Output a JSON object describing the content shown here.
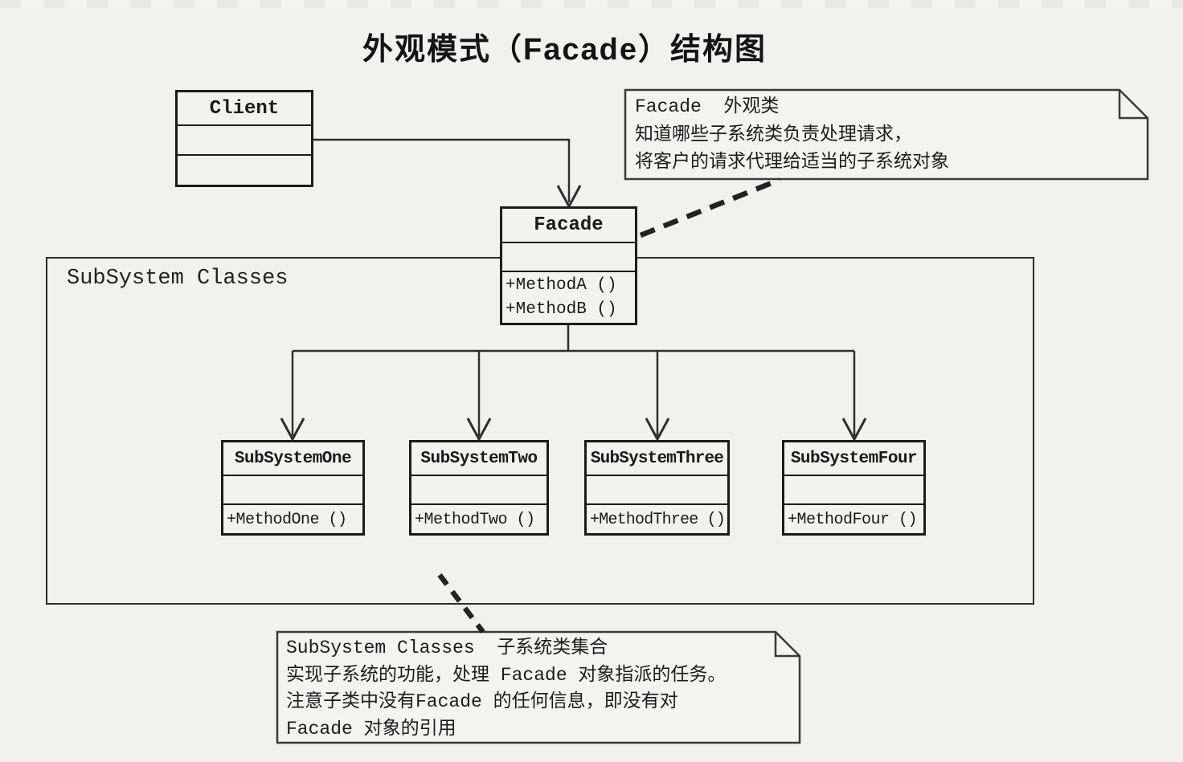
{
  "title": "外观模式（Facade）结构图",
  "uml": {
    "client": {
      "name": "Client"
    },
    "facade": {
      "name": "Facade",
      "methods": [
        "+MethodA ()",
        "+MethodB ()"
      ]
    },
    "subsystem_container_label": "SubSystem Classes",
    "subsystems": [
      {
        "name": "SubSystemOne",
        "method": "+MethodOne ()"
      },
      {
        "name": "SubSystemTwo",
        "method": "+MethodTwo ()"
      },
      {
        "name": "SubSystemThree",
        "method": "+MethodThree ()"
      },
      {
        "name": "SubSystemFour",
        "method": "+MethodFour ()"
      }
    ]
  },
  "notes": {
    "facade_note": {
      "lines": [
        "Facade  外观类",
        "知道哪些子系统类负责处理请求，",
        "将客户的请求代理给适当的子系统对象"
      ]
    },
    "subsystem_note": {
      "lines": [
        "SubSystem Classes  子系统类集合",
        "实现子系统的功能，处理 Facade 对象指派的任务。",
        "注意子类中没有Facade 的任何信息，即没有对",
        "Facade 对象的引用"
      ]
    }
  },
  "colors": {
    "ink": "#1b1b1b",
    "line": "#2e2e2e",
    "paper": "#f2f1ee"
  }
}
